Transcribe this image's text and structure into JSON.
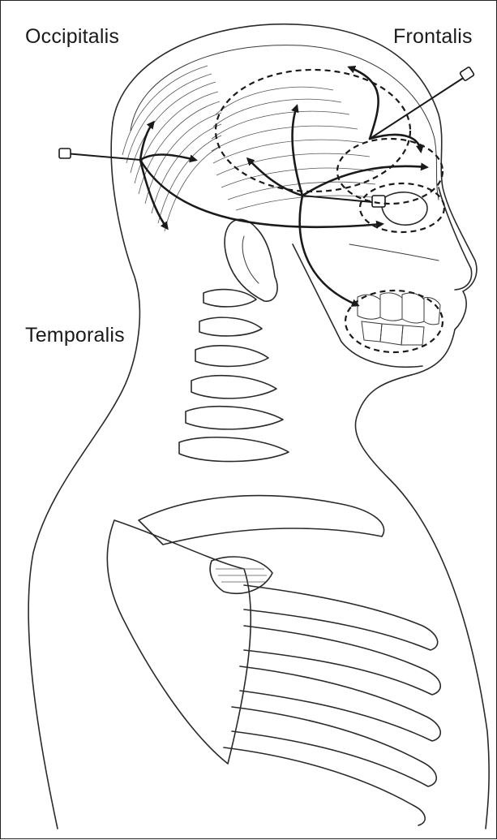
{
  "labels": {
    "occipitalis": "Occipitalis",
    "frontalis": "Frontalis",
    "temporalis": "Temporalis"
  }
}
